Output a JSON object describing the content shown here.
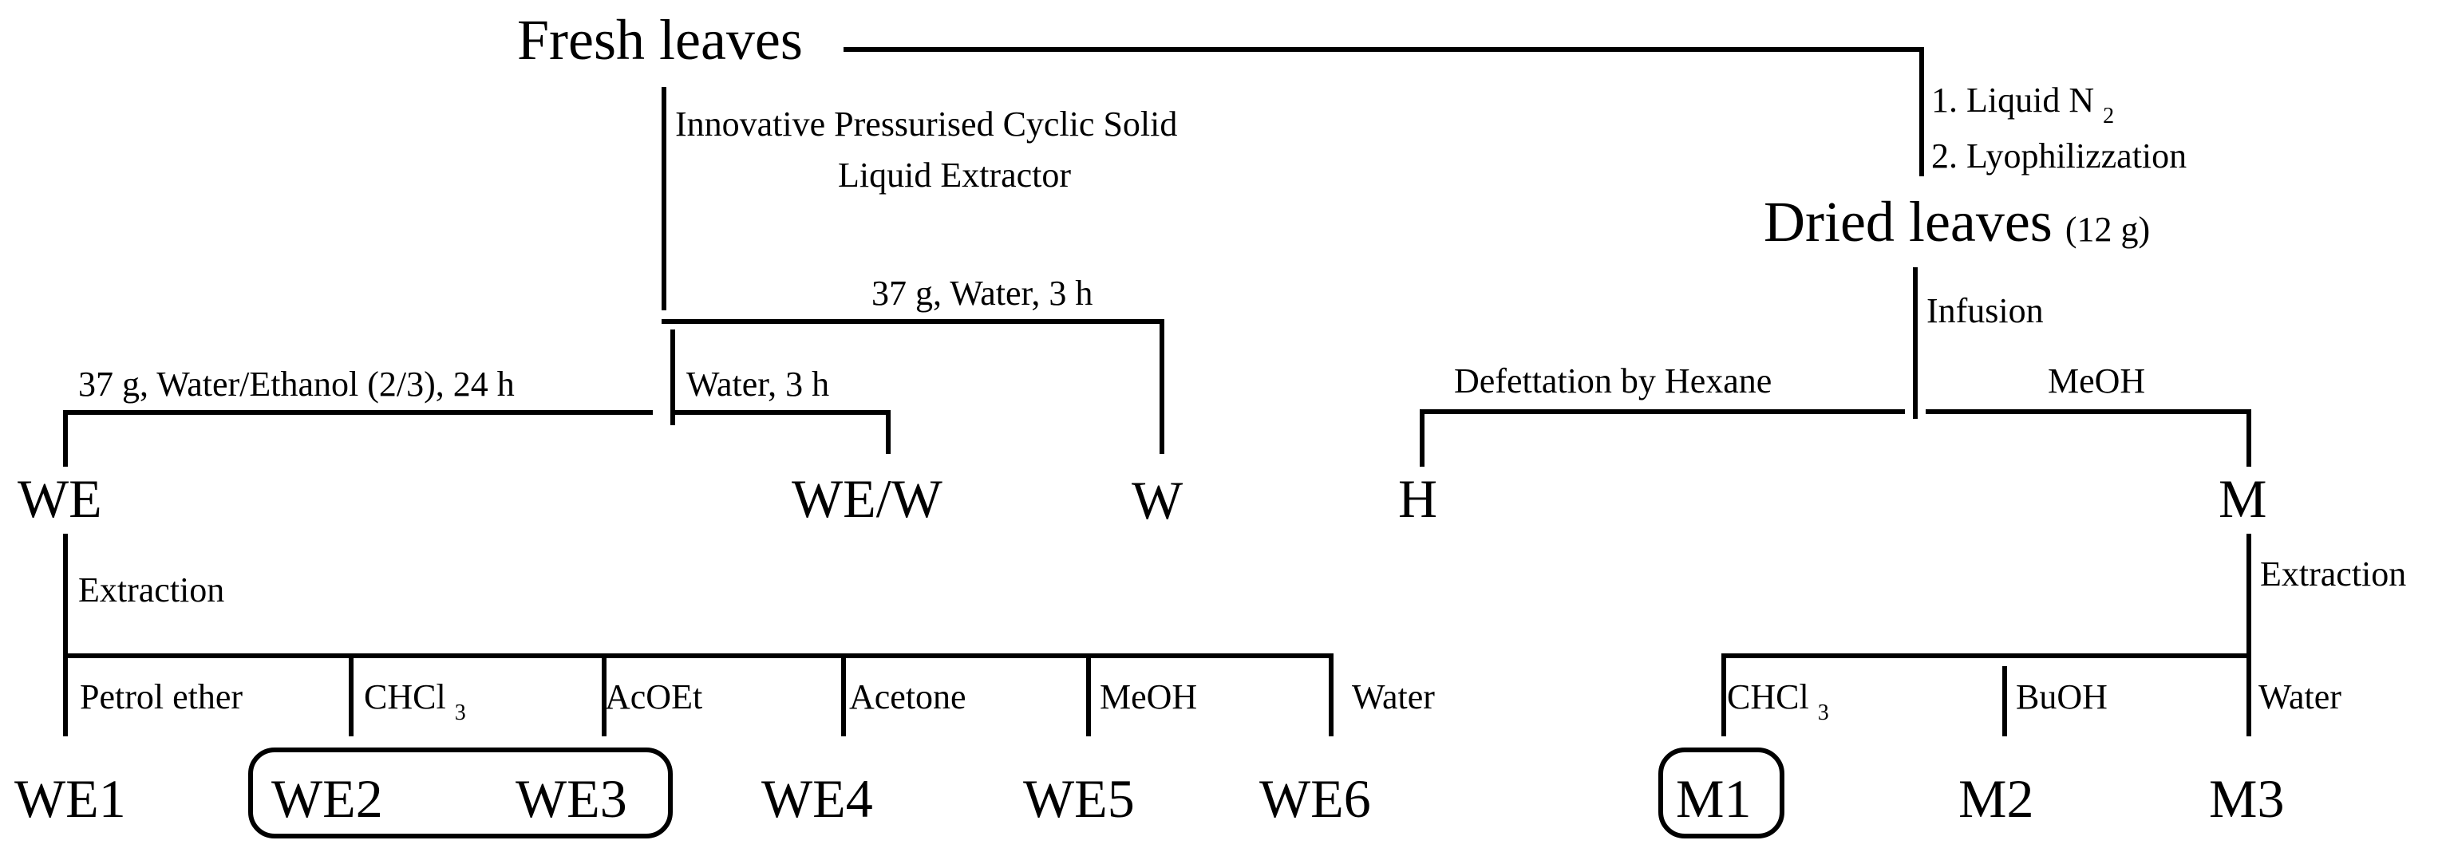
{
  "nodes": {
    "fresh_leaves": "Fresh leaves",
    "dried_leaves": "Dried leaves",
    "dried_leaves_qty": "(12 g)",
    "we": "WE",
    "we_w": "WE/W",
    "w": "W",
    "h": "H",
    "m": "M",
    "we1": "WE1",
    "we2": "WE2",
    "we3": "WE3",
    "we4": "WE4",
    "we5": "WE5",
    "we6": "WE6",
    "m1": "M1",
    "m2": "M2",
    "m3": "M3"
  },
  "labels": {
    "extractor_line1": "Innovative Pressurised Cyclic Solid",
    "extractor_line2": "Liquid Extractor",
    "step1_prefix": "1. Liquid N",
    "step1_sub": "2",
    "step2": "2. Lyophilizzation",
    "water_37g": "37 g, Water, 3 h",
    "water_ethanol": "37 g, Water/Ethanol (2/3), 24 h",
    "water_3h": "Water, 3 h",
    "infusion": "Infusion",
    "defettation": "Defettation by Hexane",
    "meoh_top": "MeOH",
    "extraction_we": "Extraction",
    "extraction_m": "Extraction",
    "petrol_ether": "Petrol ether",
    "chcl3_we_prefix": "CHCl",
    "chcl3_we_sub": "3",
    "acoet": "AcOEt",
    "acetone": "Acetone",
    "meoh_we": "MeOH",
    "water_we": "Water",
    "chcl3_m_prefix": "CHCl",
    "chcl3_m_sub": "3",
    "buoh": "BuOH",
    "water_m": "Water"
  }
}
